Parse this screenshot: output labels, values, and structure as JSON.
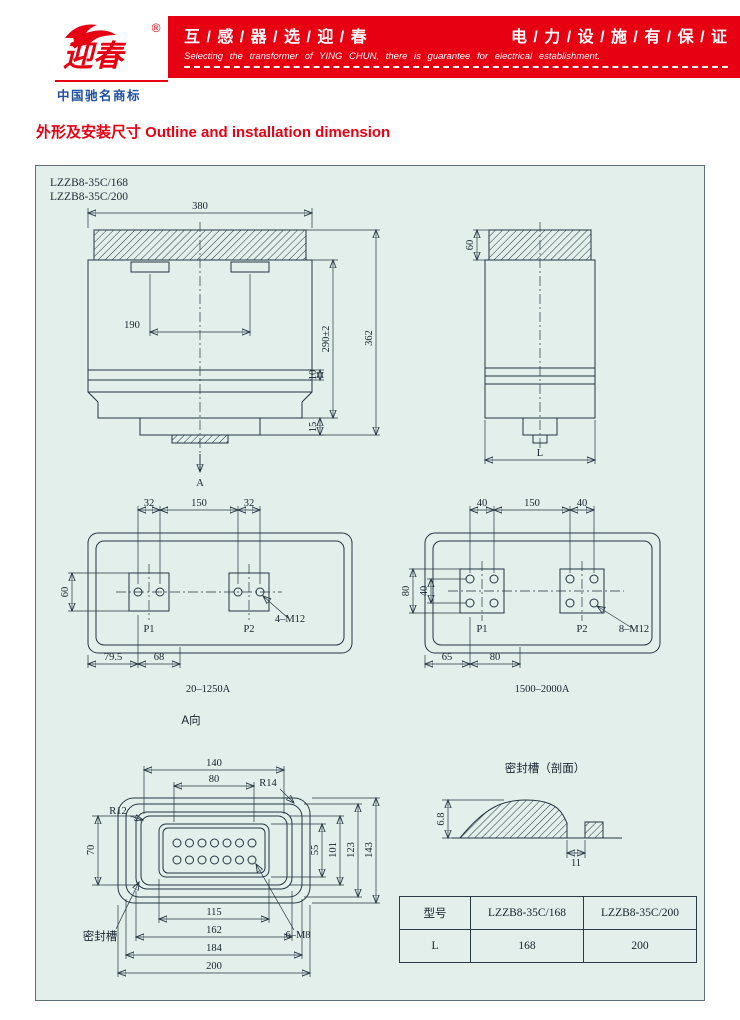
{
  "header": {
    "logo_text": "迎春",
    "logo_reg": "®",
    "trademark": "中国驰名商标",
    "slogan_cn_left": "互 / 感 / 器 / 选 / 迎 / 春",
    "slogan_cn_right": "电 / 力 / 设 / 施 / 有 / 保 / 证",
    "slogan_en": "Selecting the transformer of YING CHUN, there is guarantee for electrical establishment.",
    "brand_color": "#e60012"
  },
  "page_title": "外形及安装尺寸 Outline and installation dimension",
  "models": [
    "LZZB8-35C/168",
    "LZZB8-35C/200"
  ],
  "front_view": {
    "dim_width": "380",
    "dim_spacing": "190",
    "dim_height_total": "362",
    "dim_height_body": "290±2",
    "dim_rib": "10",
    "dim_flange": "15",
    "view_arrow_label": "A"
  },
  "side_view": {
    "dim_cap": "60",
    "dim_length": "L"
  },
  "bottom_view_small": {
    "caption": "20–1250A",
    "dim_hole_span_left": "32",
    "dim_center_span": "150",
    "dim_hole_span_right": "32",
    "dim_pad_height": "60",
    "dim_edge": "79.5",
    "dim_offset": "68",
    "label_p1": "P1",
    "label_p2": "P2",
    "label_holes": "4–M12"
  },
  "bottom_view_large": {
    "caption": "1500–2000A",
    "dim_hole_span_left": "40",
    "dim_center_span": "150",
    "dim_hole_span_right": "40",
    "dim_pattern_height": "80",
    "dim_hole_v": "40",
    "dim_edge": "65",
    "dim_offset": "80",
    "label_p1": "P1",
    "label_p2": "P2",
    "label_holes": "8–M12"
  },
  "view_a": {
    "title": "A向",
    "dim_140": "140",
    "dim_80": "80",
    "label_r14": "R14",
    "label_r12": "R12",
    "dim_70": "70",
    "dim_55": "55",
    "dim_101": "101",
    "dim_123": "123",
    "dim_143": "143",
    "dim_115": "115",
    "dim_162": "162",
    "dim_184": "184",
    "dim_200": "200",
    "label_holes": "6–M8",
    "label_seal": "密封槽"
  },
  "seal_section": {
    "title": "密封槽（剖面）",
    "dim_depth": "6.8",
    "dim_slot": "11"
  },
  "spec_table": {
    "rows": [
      [
        "型号",
        "LZZB8-35C/168",
        "LZZB8-35C/200"
      ],
      [
        "L",
        "168",
        "200"
      ]
    ]
  }
}
